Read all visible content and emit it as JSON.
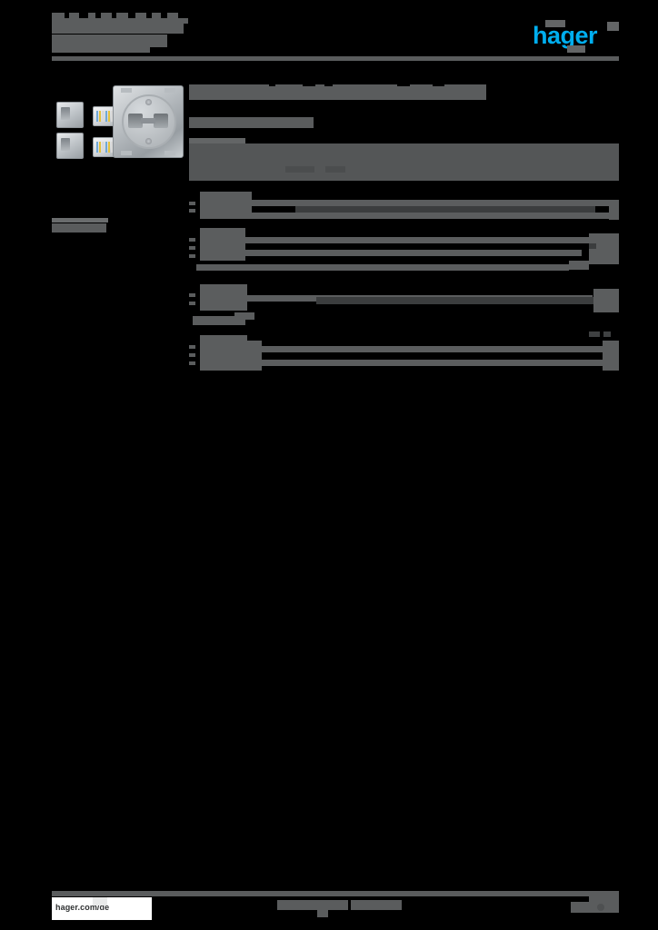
{
  "document": {
    "type": "product-datasheet",
    "brand": "hager",
    "brand_color": "#00AEEF",
    "page_background": "#000000",
    "redaction_color": "#5a5c5d",
    "redacted": true,
    "note_visible_text_only": "All body text on this page is obscured by solid redaction blocks; the only legible strings are the hager wordmark and the footer URL."
  },
  "header": {
    "title_redacted_lines": 3,
    "logo_text": "hager",
    "logo_name": "hager-logo",
    "rule_present": true
  },
  "product": {
    "image_alt": "wall-mount network outlet faceplate with two RJ45 keystone modules and two cable clamps",
    "heading_redacted": true,
    "subtitle_redacted": true
  },
  "left_column": {
    "caption_redacted": true
  },
  "description": {
    "label_redacted": true,
    "body_redacted": true,
    "body_lines": 3
  },
  "spec_rows": [
    {
      "name": "spec-row-1",
      "key_redacted": true,
      "value_redacted": true,
      "sub_items": 2
    },
    {
      "name": "spec-row-2",
      "key_redacted": true,
      "value_redacted": true,
      "sub_items": 3
    },
    {
      "name": "spec-row-3",
      "key_redacted": true,
      "value_redacted": true,
      "sub_items": 2
    },
    {
      "name": "spec-row-4",
      "key_redacted": true,
      "value_redacted": true,
      "sub_items": 3
    }
  ],
  "footer": {
    "url": "hager.com/de",
    "center_redacted": true,
    "page_number_redacted": true,
    "rule_present": true
  }
}
